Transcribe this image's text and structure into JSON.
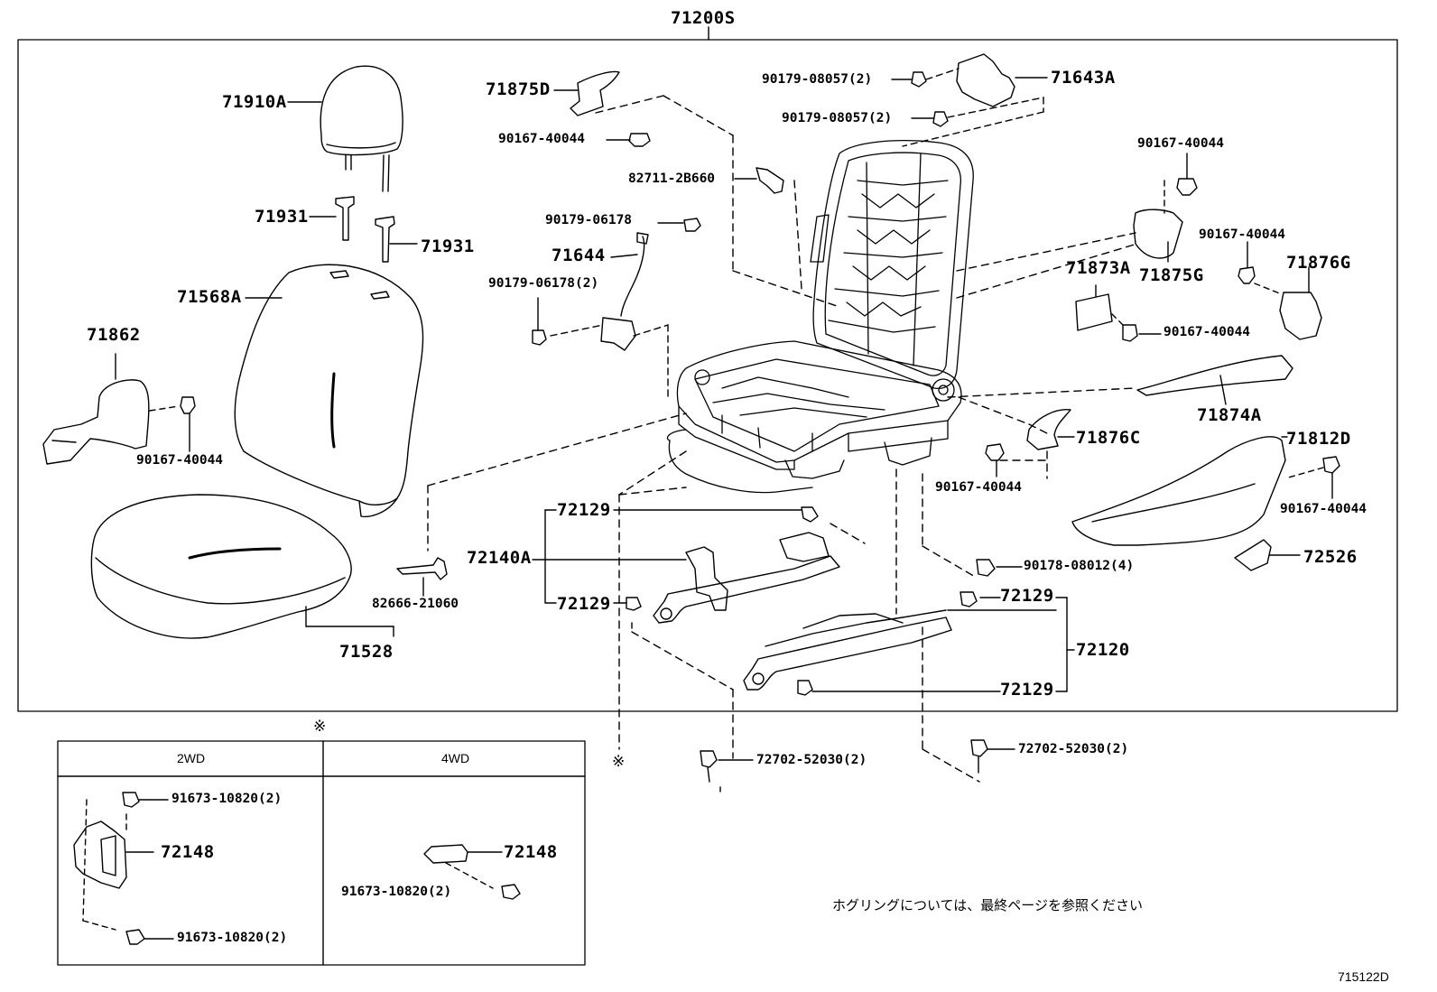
{
  "assembly_label": "71200S",
  "parts": {
    "headrest": "71910A",
    "guide_a": "71931",
    "guide_b": "71931",
    "back_cover": "71568A",
    "cushion_cover": "71528",
    "side_cover_left": "71862",
    "screw_left": "90167-40044",
    "clip_82666": "82666-21060",
    "cover_71875D": "71875D",
    "screw_71875D": "90167-40044",
    "clip_82711": "82711-2B660",
    "nut_90179_a": "90179-06178",
    "harness_71644": "71644",
    "nut_90179_b": "90179-06178(2)",
    "nut_08057_a": "90179-08057(2)",
    "nut_08057_b": "90179-08057(2)",
    "hinge_71643A": "71643A",
    "screw_top_right": "90167-40044",
    "cover_71873A": "71873A",
    "cover_71875G": "71875G",
    "screw_71876G": "90167-40044",
    "cover_71876G": "71876G",
    "screw_71873A": "90167-40044",
    "cover_71874A": "71874A",
    "cover_71876C": "71876C",
    "screw_71876C": "90167-40044",
    "shield_71812D": "71812D",
    "screw_71812D": "90167-40044",
    "knob_72526": "72526",
    "nut_90178": "90178-08012(4)",
    "cover_72129_a": "72129",
    "adjuster_72140A": "72140A",
    "cover_72129_b": "72129",
    "cover_72129_c": "72129",
    "adjuster_72120": "72120",
    "cover_72129_d": "72129",
    "bolt_72702_a": "72702-52030(2)",
    "bolt_72702_b": "72702-52030(2)"
  },
  "inset": {
    "note_mark": "※",
    "col_2wd": "2WD",
    "col_4wd": "4WD",
    "bolt_2wd_a": "91673-10820(2)",
    "bracket_2wd": "72148",
    "bolt_2wd_b": "91673-10820(2)",
    "bracket_4wd": "72148",
    "bolt_4wd": "91673-10820(2)"
  },
  "lower_mark": "※",
  "note": "ホグリングについては、最終ページを参照ください",
  "figure_code": "715122D"
}
